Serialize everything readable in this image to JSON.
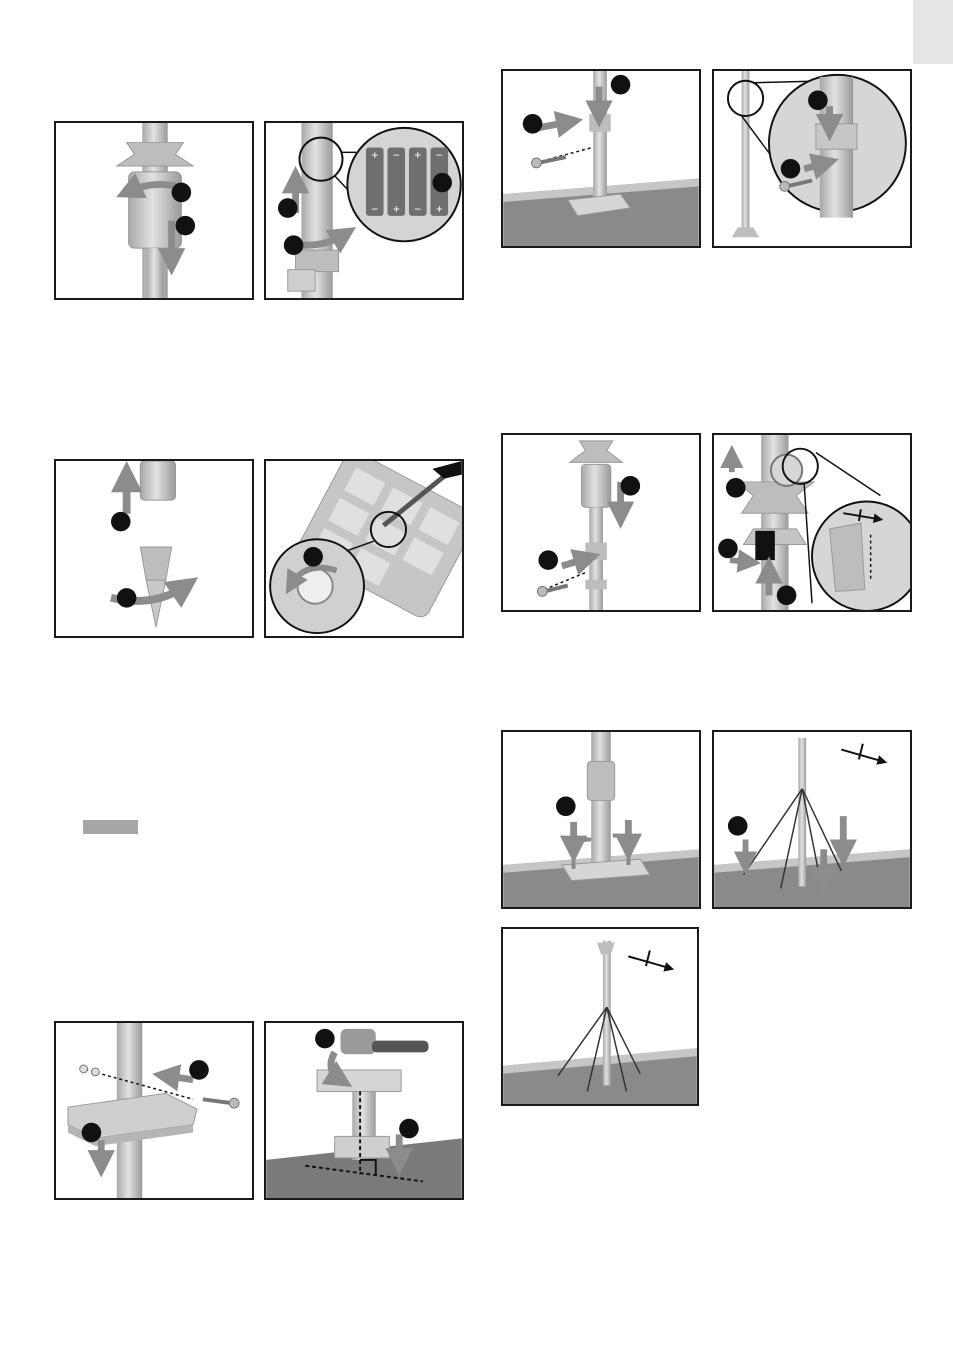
{
  "colors": {
    "border": "#1a1a1a",
    "pole": "#c9c9c9",
    "pole_dark": "#9a9a9a",
    "arrow": "#8c8c8c",
    "ground": "#7a7a7a",
    "ground_light": "#b3b3b3",
    "badge": "#111111",
    "page_tab": "#e6e6e6",
    "grey_bar": "#a6a6a6"
  },
  "panels": [
    {
      "id": "p1",
      "icons": [
        "rotate-arrow-icon",
        "down-arrow-icon"
      ]
    },
    {
      "id": "p2",
      "icons": [
        "battery-icon",
        "up-arrow-icon",
        "rotate-arrow-icon"
      ]
    },
    {
      "id": "p3",
      "icons": [
        "up-arrow-icon",
        "rotate-arrow-icon"
      ]
    },
    {
      "id": "p4",
      "icons": [
        "screwdriver-icon",
        "rotate-arrow-icon"
      ]
    },
    {
      "id": "p5",
      "icons": [
        "bolt-icon",
        "down-arrow-icon"
      ]
    },
    {
      "id": "p6",
      "icons": [
        "hammer-icon",
        "down-arrow-icon"
      ]
    },
    {
      "id": "p7",
      "icons": [
        "bolt-icon",
        "down-arrow-icon"
      ]
    },
    {
      "id": "p8",
      "icons": [
        "bolt-icon",
        "down-arrow-icon"
      ]
    },
    {
      "id": "p9",
      "icons": [
        "down-arrow-icon",
        "bolt-icon"
      ]
    },
    {
      "id": "p10",
      "icons": [
        "up-arrow-icon",
        "north-arrow-icon"
      ]
    },
    {
      "id": "p11",
      "icons": [
        "down-arrow-icon"
      ]
    },
    {
      "id": "p12",
      "icons": [
        "north-arrow-icon",
        "down-arrow-icon"
      ]
    },
    {
      "id": "p13",
      "icons": [
        "north-arrow-icon"
      ]
    }
  ]
}
